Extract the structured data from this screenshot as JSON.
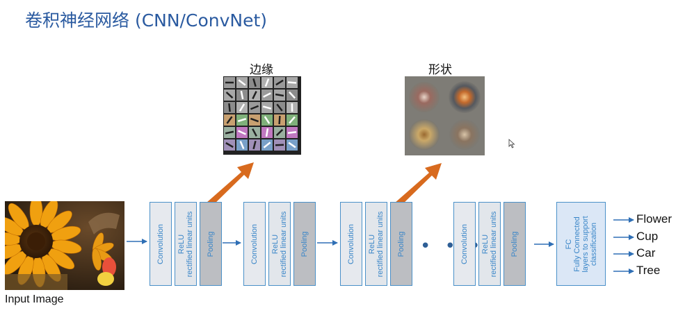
{
  "title": "卷积神经网络 (CNN/ConvNet)",
  "input_label": "Input Image",
  "feature_edges_label": "边缘",
  "feature_shapes_label": "形状",
  "layers": {
    "conv": "Convolution",
    "relu_line1": "ReLU",
    "relu_line2": "rectified linear units",
    "pool": "Pooling"
  },
  "ellipsis": "• • •",
  "fc": {
    "line1": "FC",
    "line2": "Fully Connected",
    "line3": "layers to support",
    "line4": "classification"
  },
  "outputs": [
    "Flower",
    "Cup",
    "Car",
    "Tree"
  ],
  "colors": {
    "title": "#2a5aa0",
    "block_border": "#4a90c8",
    "arrow_blue": "#2f6fb5",
    "arrow_orange": "#d86a1e"
  }
}
